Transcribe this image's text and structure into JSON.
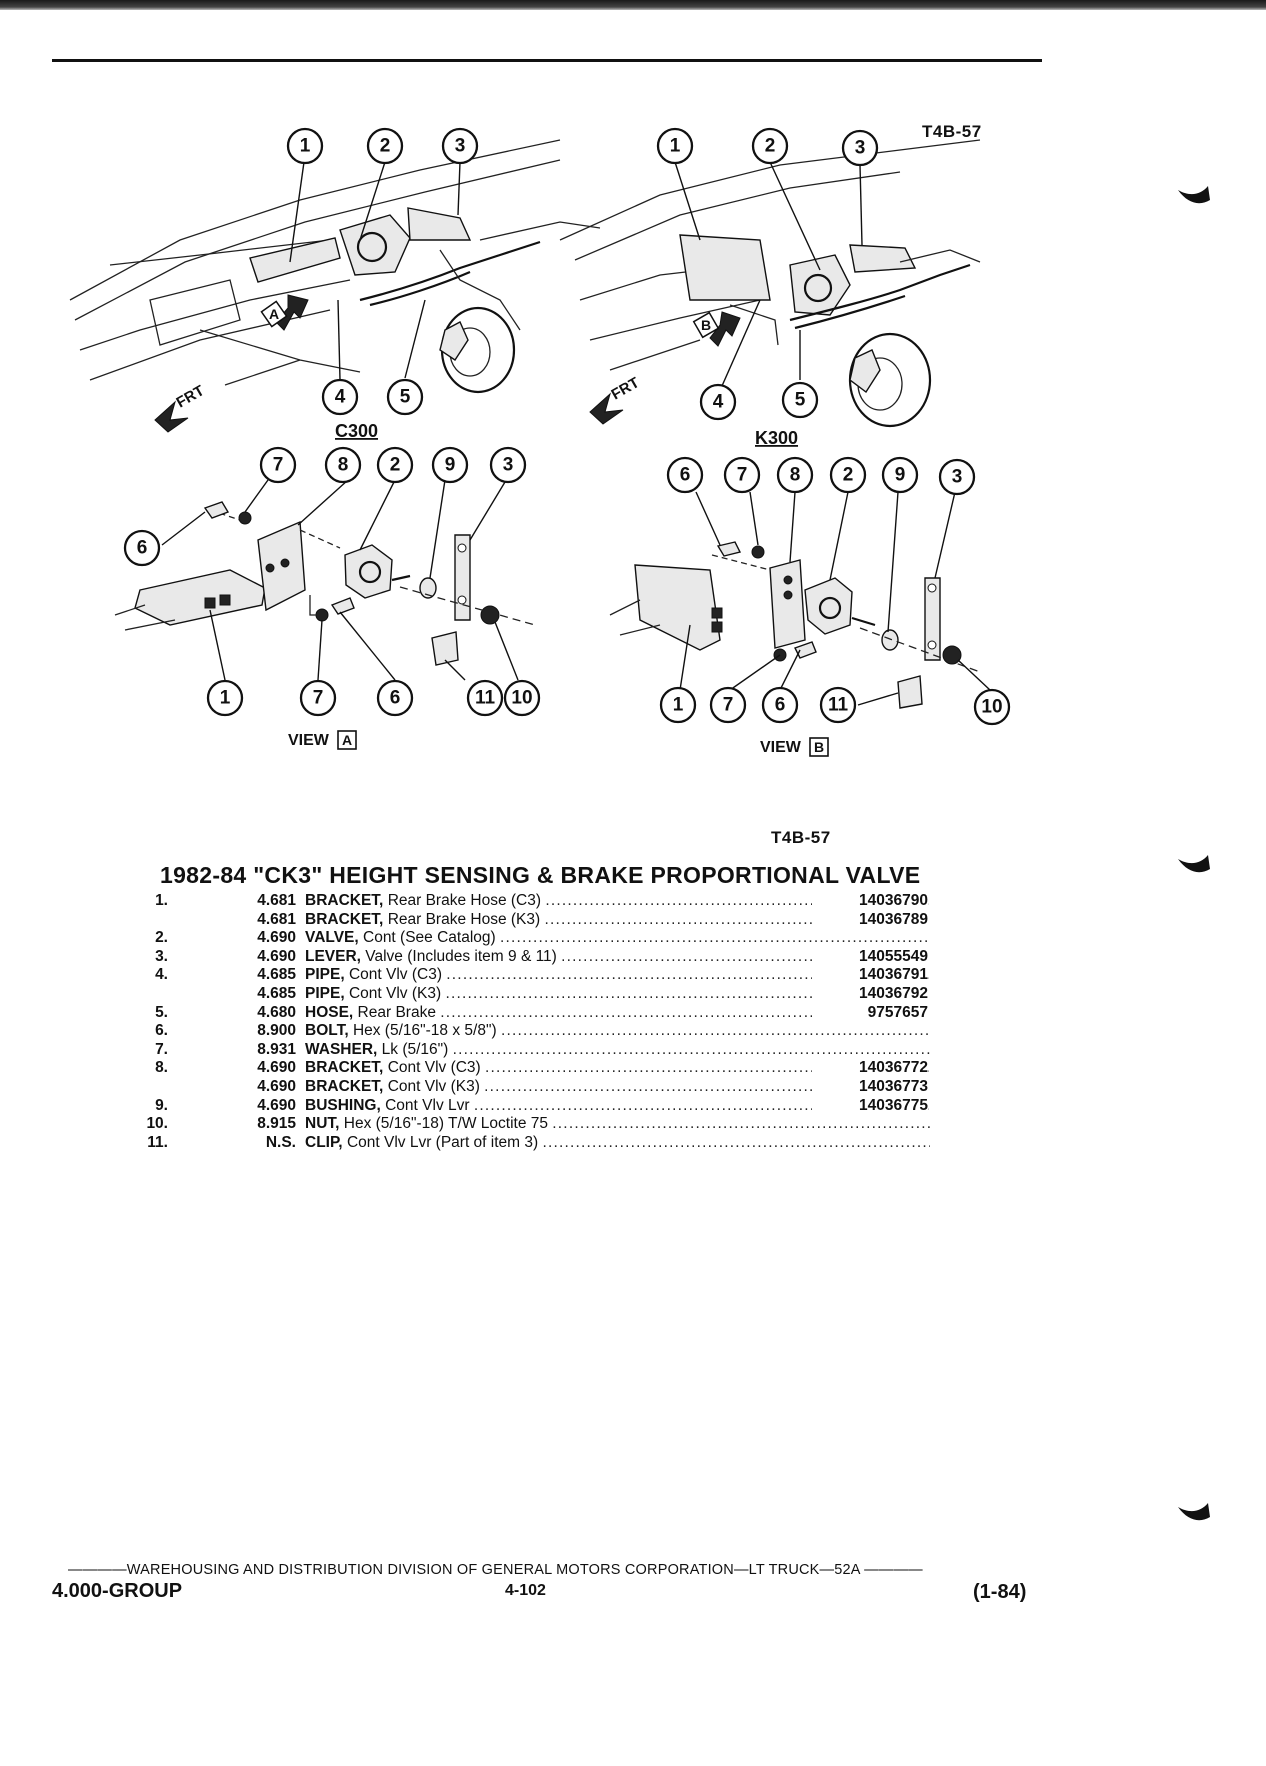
{
  "header": {
    "figure_ref": "T4B-57"
  },
  "figure": {
    "views": [
      {
        "model": "C300",
        "view_label": "VIEW",
        "view_letter": "A",
        "arrow_letter": "A",
        "frt": "FRT"
      },
      {
        "model": "K300",
        "view_label": "VIEW",
        "view_letter": "B",
        "arrow_letter": "B",
        "frt": "FRT"
      }
    ],
    "bottom_ref": "T4B-57"
  },
  "section": {
    "title": "1982-84 \"CK3\" HEIGHT SENSING & BRAKE PROPORTIONAL VALVE",
    "parts": [
      {
        "ref": "1.",
        "group": "4.681",
        "name": "BRACKET,",
        "desc": "Rear Brake Hose (C3)",
        "part_no": "14036790"
      },
      {
        "ref": "",
        "group": "4.681",
        "name": "BRACKET,",
        "desc": "Rear Brake Hose (K3)",
        "part_no": "14036789"
      },
      {
        "ref": "2.",
        "group": "4.690",
        "name": "VALVE,",
        "desc": "Cont (See Catalog)",
        "part_no": ""
      },
      {
        "ref": "3.",
        "group": "4.690",
        "name": "LEVER,",
        "desc": "Valve (Includes item 9 & 11)",
        "part_no": "14055549"
      },
      {
        "ref": "4.",
        "group": "4.685",
        "name": "PIPE,",
        "desc": "Cont Vlv (C3)",
        "part_no": "14036791"
      },
      {
        "ref": "",
        "group": "4.685",
        "name": "PIPE,",
        "desc": "Cont Vlv (K3)",
        "part_no": "14036792"
      },
      {
        "ref": "5.",
        "group": "4.680",
        "name": "HOSE,",
        "desc": "Rear Brake",
        "part_no": "9757657"
      },
      {
        "ref": "6.",
        "group": "8.900",
        "name": "BOLT,",
        "desc": "Hex (5/16\"-18 x 5/8\")",
        "part_no": ""
      },
      {
        "ref": "7.",
        "group": "8.931",
        "name": "WASHER,",
        "desc": "Lk (5/16\")",
        "part_no": ""
      },
      {
        "ref": "8.",
        "group": "4.690",
        "name": "BRACKET,",
        "desc": "Cont Vlv (C3)",
        "part_no": "14036772"
      },
      {
        "ref": "",
        "group": "4.690",
        "name": "BRACKET,",
        "desc": "Cont Vlv (K3)",
        "part_no": "14036773"
      },
      {
        "ref": "9.",
        "group": "4.690",
        "name": "BUSHING,",
        "desc": "Cont Vlv Lvr",
        "part_no": "14036775"
      },
      {
        "ref": "10.",
        "group": "8.915",
        "name": "NUT,",
        "desc": "Hex (5/16\"-18) T/W Loctite 75",
        "part_no": ""
      },
      {
        "ref": "11.",
        "group": "N.S.",
        "name": "CLIP,",
        "desc": "Cont Vlv Lvr (Part of item 3)",
        "part_no": ""
      }
    ]
  },
  "footer": {
    "line": "————WAREHOUSING AND DISTRIBUTION DIVISION OF GENERAL MOTORS CORPORATION—LT TRUCK—52A ————",
    "group": "4.000-GROUP",
    "page": "4-102",
    "date": "(1-84)"
  }
}
